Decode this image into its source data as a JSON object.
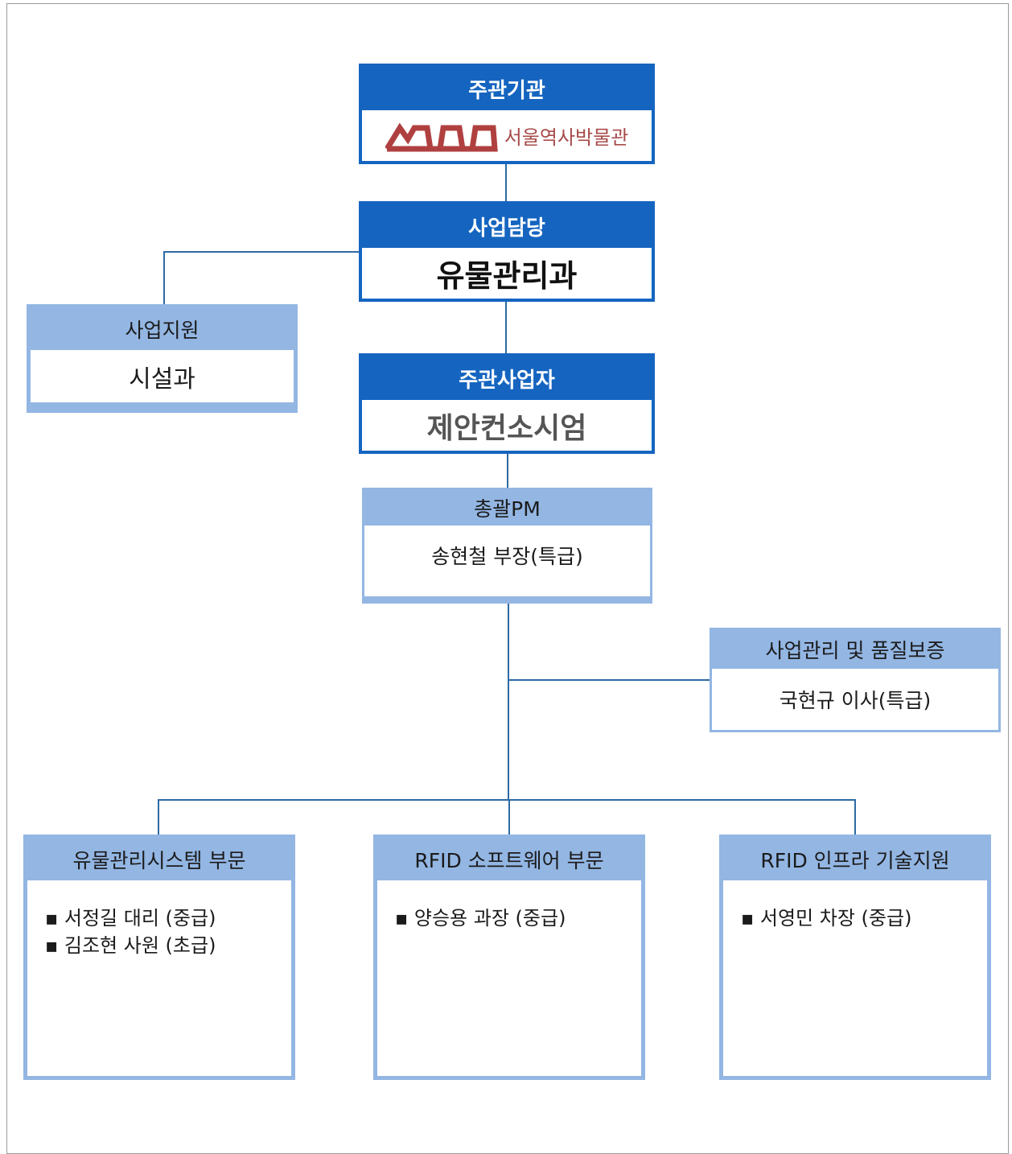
{
  "host": {
    "label": "주관기관",
    "name": "서울역사박물관"
  },
  "manager": {
    "label": "사업담당",
    "name": "유물관리과"
  },
  "support": {
    "label": "사업지원",
    "name": "시설과"
  },
  "contractor": {
    "label": "주관사업자",
    "name": "제안컨소시엄"
  },
  "pm": {
    "label": "총괄PM",
    "name": "송현철 부장(특급)"
  },
  "qa": {
    "label": "사업관리 및 품질보증",
    "name": "국현규 이사(특급)"
  },
  "divisions": [
    {
      "label": "유물관리시스템 부문",
      "members": [
        "▪ 서정길 대리 (중급)",
        "▪ 김조현 사원 (초급)"
      ]
    },
    {
      "label": "RFID 소프트웨어 부문",
      "members": [
        "▪ 양승용 과장 (중급)"
      ]
    },
    {
      "label": "RFID 인프라 기술지원",
      "members": [
        "▪ 서영민 차장 (중급)"
      ]
    }
  ],
  "colors": {
    "dark": "#1565c0",
    "light": "#93b6e3",
    "connector": "#2d6aa3",
    "logo": "#a84b4b"
  }
}
